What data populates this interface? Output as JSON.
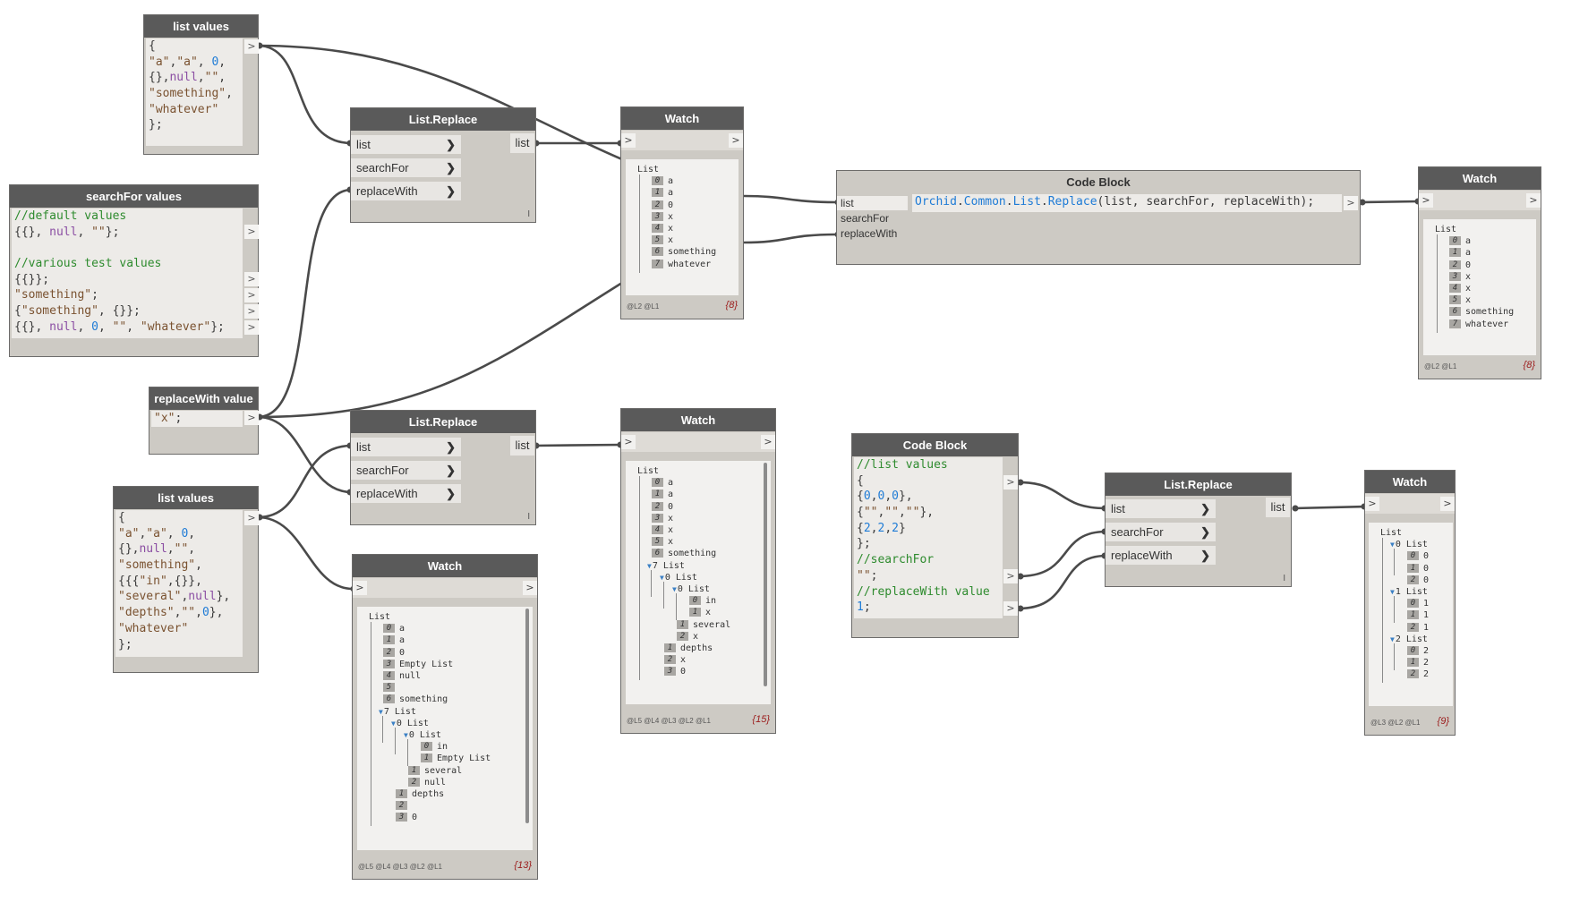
{
  "nodes": {
    "list_values_1": {
      "title": "list values",
      "lines": [
        [
          [
            "d",
            "{"
          ]
        ],
        [
          [
            "s",
            "\"a\""
          ],
          [
            "d",
            ","
          ],
          [
            "s",
            "\"a\""
          ],
          [
            "d",
            ", "
          ],
          [
            "n",
            "0"
          ],
          [
            "d",
            ","
          ]
        ],
        [
          [
            "d",
            "{},"
          ],
          [
            "k",
            "null"
          ],
          [
            "d",
            ","
          ],
          [
            "s",
            "\"\""
          ],
          [
            "d",
            ","
          ]
        ],
        [
          [
            "s",
            "\"something\""
          ],
          [
            "d",
            ","
          ]
        ],
        [
          [
            "s",
            "\"whatever\""
          ]
        ],
        [
          [
            "d",
            "};"
          ]
        ]
      ],
      "port": ">"
    },
    "searchfor_values": {
      "title": "searchFor values",
      "lines": [
        [
          [
            "c",
            "//default values"
          ]
        ],
        [
          [
            "d",
            "{{}, "
          ],
          [
            "k",
            "null"
          ],
          [
            "d",
            ", "
          ],
          [
            "s",
            "\"\""
          ],
          [
            "d",
            "};"
          ]
        ],
        [
          [
            "d",
            " "
          ]
        ],
        [
          [
            "c",
            "//various test values"
          ]
        ],
        [
          [
            "d",
            "{{}};"
          ]
        ],
        [
          [
            "s",
            "\"something\""
          ],
          [
            "d",
            ";"
          ]
        ],
        [
          [
            "d",
            "{"
          ],
          [
            "s",
            "\"something\""
          ],
          [
            "d",
            ", {}};"
          ]
        ],
        [
          [
            "d",
            "{{}, "
          ],
          [
            "k",
            "null"
          ],
          [
            "d",
            ", "
          ],
          [
            "n",
            "0"
          ],
          [
            "d",
            ", "
          ],
          [
            "s",
            "\"\""
          ],
          [
            "d",
            ", "
          ],
          [
            "s",
            "\"whatever\""
          ],
          [
            "d",
            "};"
          ]
        ]
      ],
      "ports": [
        ">",
        ">",
        ">",
        ">",
        ">"
      ]
    },
    "replacewith_value": {
      "title": "replaceWith value",
      "lines": [
        [
          [
            "s",
            "\"x\""
          ],
          [
            "d",
            ";"
          ]
        ]
      ],
      "port": ">"
    },
    "list_values_2": {
      "title": "list values",
      "lines": [
        [
          [
            "d",
            "{"
          ]
        ],
        [
          [
            "s",
            "\"a\""
          ],
          [
            "d",
            ","
          ],
          [
            "s",
            "\"a\""
          ],
          [
            "d",
            ", "
          ],
          [
            "n",
            "0"
          ],
          [
            "d",
            ","
          ]
        ],
        [
          [
            "d",
            "{},"
          ],
          [
            "k",
            "null"
          ],
          [
            "d",
            ","
          ],
          [
            "s",
            "\"\""
          ],
          [
            "d",
            ","
          ]
        ],
        [
          [
            "s",
            "\"something\""
          ],
          [
            "d",
            ","
          ]
        ],
        [
          [
            "d",
            "{{{"
          ],
          [
            "s",
            "\"in\""
          ],
          [
            "d",
            ",{}},"
          ]
        ],
        [
          [
            "s",
            "\"several\""
          ],
          [
            "d",
            ","
          ],
          [
            "k",
            "null"
          ],
          [
            "d",
            "},"
          ]
        ],
        [
          [
            "s",
            "\"depths\""
          ],
          [
            "d",
            ","
          ],
          [
            "s",
            "\"\""
          ],
          [
            "d",
            ","
          ],
          [
            "n",
            "0"
          ],
          [
            "d",
            "},"
          ]
        ],
        [
          [
            "s",
            "\"whatever\""
          ]
        ],
        [
          [
            "d",
            "};"
          ]
        ]
      ],
      "port": ">"
    },
    "list_replace_1": {
      "title": "List.Replace",
      "inputs": [
        "list",
        "searchFor",
        "replaceWith"
      ],
      "output": "list",
      "lacing": "l"
    },
    "list_replace_2": {
      "title": "List.Replace",
      "inputs": [
        "list",
        "searchFor",
        "replaceWith"
      ],
      "output": "list",
      "lacing": "l"
    },
    "list_replace_3": {
      "title": "List.Replace",
      "inputs": [
        "list",
        "searchFor",
        "replaceWith"
      ],
      "output": "list",
      "lacing": "l"
    },
    "code_block_1": {
      "title": "Code Block",
      "inputs": [
        "list",
        "searchFor",
        "replaceWith"
      ],
      "code": [
        [
          "f",
          "Orchid"
        ],
        [
          "d",
          "."
        ],
        [
          "f",
          "Common"
        ],
        [
          "d",
          "."
        ],
        [
          "f",
          "List"
        ],
        [
          "d",
          "."
        ],
        [
          "f",
          "Replace"
        ],
        [
          "d",
          "(list, searchFor, replaceWith);"
        ]
      ],
      "port": ">"
    },
    "code_block_2": {
      "title": "Code Block",
      "lines": [
        [
          [
            "c",
            "//list values"
          ]
        ],
        [
          [
            "d",
            "{"
          ]
        ],
        [
          [
            "d",
            "{"
          ],
          [
            "n",
            "0"
          ],
          [
            "d",
            ","
          ],
          [
            "n",
            "0"
          ],
          [
            "d",
            ","
          ],
          [
            "n",
            "0"
          ],
          [
            "d",
            "},"
          ]
        ],
        [
          [
            "d",
            "{"
          ],
          [
            "s",
            "\"\""
          ],
          [
            "d",
            ","
          ],
          [
            "s",
            "\"\""
          ],
          [
            "d",
            ","
          ],
          [
            "s",
            "\"\""
          ],
          [
            "d",
            "},"
          ]
        ],
        [
          [
            "d",
            "{"
          ],
          [
            "n",
            "2"
          ],
          [
            "d",
            ","
          ],
          [
            "n",
            "2"
          ],
          [
            "d",
            ","
          ],
          [
            "n",
            "2"
          ],
          [
            "d",
            "}"
          ]
        ],
        [
          [
            "d",
            "};"
          ]
        ],
        [
          [
            "c",
            "//searchFor"
          ]
        ],
        [
          [
            "s",
            "\"\""
          ],
          [
            "d",
            ";"
          ]
        ],
        [
          [
            "c",
            "//replaceWith value"
          ]
        ],
        [
          [
            "n",
            "1"
          ],
          [
            "d",
            ";"
          ]
        ]
      ],
      "ports": [
        ">",
        ">",
        ">"
      ]
    },
    "watch_1": {
      "title": "Watch",
      "in_port": ">",
      "out_port": ">",
      "root": "List",
      "rows": [
        {
          "i": "0",
          "v": "a"
        },
        {
          "i": "1",
          "v": "a"
        },
        {
          "i": "2",
          "v": "0"
        },
        {
          "i": "3",
          "v": "x"
        },
        {
          "i": "4",
          "v": "x"
        },
        {
          "i": "5",
          "v": "x"
        },
        {
          "i": "6",
          "v": "something"
        },
        {
          "i": "7",
          "v": "whatever"
        }
      ],
      "levels": "@L2 @L1",
      "count": "{8}"
    },
    "watch_2": {
      "title": "Watch",
      "in_port": ">",
      "out_port": ">",
      "root": "List",
      "rows": [
        {
          "d": 0,
          "i": "0",
          "v": "a"
        },
        {
          "d": 0,
          "i": "1",
          "v": "a"
        },
        {
          "d": 0,
          "i": "2",
          "v": "0"
        },
        {
          "d": 0,
          "i": "3",
          "v": "x"
        },
        {
          "d": 0,
          "i": "4",
          "v": "x"
        },
        {
          "d": 0,
          "i": "5",
          "v": "x"
        },
        {
          "d": 0,
          "i": "6",
          "v": "something"
        },
        {
          "d": 0,
          "t": "7 List"
        },
        {
          "d": 1,
          "t": "0 List"
        },
        {
          "d": 2,
          "t": "0 List"
        },
        {
          "d": 3,
          "i": "0",
          "v": "in"
        },
        {
          "d": 3,
          "i": "1",
          "v": "x"
        },
        {
          "d": 2,
          "i": "1",
          "v": "several"
        },
        {
          "d": 2,
          "i": "2",
          "v": "x"
        },
        {
          "d": 1,
          "i": "1",
          "v": "depths"
        },
        {
          "d": 1,
          "i": "2",
          "v": "x"
        },
        {
          "d": 1,
          "i": "3",
          "v": "0"
        }
      ],
      "levels": "@L5 @L4 @L3 @L2 @L1",
      "count": "{15}"
    },
    "watch_3": {
      "title": "Watch",
      "in_port": ">",
      "out_port": ">",
      "root": "List",
      "rows": [
        {
          "d": 0,
          "i": "0",
          "v": "a"
        },
        {
          "d": 0,
          "i": "1",
          "v": "a"
        },
        {
          "d": 0,
          "i": "2",
          "v": "0"
        },
        {
          "d": 0,
          "i": "3",
          "v": "Empty List"
        },
        {
          "d": 0,
          "i": "4",
          "v": "null"
        },
        {
          "d": 0,
          "i": "5",
          "v": ""
        },
        {
          "d": 0,
          "i": "6",
          "v": "something"
        },
        {
          "d": 0,
          "t": "7 List"
        },
        {
          "d": 1,
          "t": "0 List"
        },
        {
          "d": 2,
          "t": "0 List"
        },
        {
          "d": 3,
          "i": "0",
          "v": "in"
        },
        {
          "d": 3,
          "i": "1",
          "v": "Empty List"
        },
        {
          "d": 2,
          "i": "1",
          "v": "several"
        },
        {
          "d": 2,
          "i": "2",
          "v": "null"
        },
        {
          "d": 1,
          "i": "1",
          "v": "depths"
        },
        {
          "d": 1,
          "i": "2",
          "v": ""
        },
        {
          "d": 1,
          "i": "3",
          "v": "0"
        }
      ],
      "levels": "@L5 @L4 @L3 @L2 @L1",
      "count": "{13}"
    },
    "watch_4": {
      "title": "Watch",
      "in_port": ">",
      "out_port": ">",
      "root": "List",
      "rows": [
        {
          "i": "0",
          "v": "a"
        },
        {
          "i": "1",
          "v": "a"
        },
        {
          "i": "2",
          "v": "0"
        },
        {
          "i": "3",
          "v": "x"
        },
        {
          "i": "4",
          "v": "x"
        },
        {
          "i": "5",
          "v": "x"
        },
        {
          "i": "6",
          "v": "something"
        },
        {
          "i": "7",
          "v": "whatever"
        }
      ],
      "levels": "@L2 @L1",
      "count": "{8}"
    },
    "watch_5": {
      "title": "Watch",
      "in_port": ">",
      "out_port": ">",
      "root": "List",
      "rows": [
        {
          "d": 0,
          "t": "0 List"
        },
        {
          "d": 1,
          "i": "0",
          "v": "0"
        },
        {
          "d": 1,
          "i": "1",
          "v": "0"
        },
        {
          "d": 1,
          "i": "2",
          "v": "0"
        },
        {
          "d": 0,
          "t": "1 List"
        },
        {
          "d": 1,
          "i": "0",
          "v": "1"
        },
        {
          "d": 1,
          "i": "1",
          "v": "1"
        },
        {
          "d": 1,
          "i": "2",
          "v": "1"
        },
        {
          "d": 0,
          "t": "2 List"
        },
        {
          "d": 1,
          "i": "0",
          "v": "2"
        },
        {
          "d": 1,
          "i": "1",
          "v": "2"
        },
        {
          "d": 1,
          "i": "2",
          "v": "2"
        }
      ],
      "levels": "@L3 @L2 @L1",
      "count": "{9}"
    }
  }
}
